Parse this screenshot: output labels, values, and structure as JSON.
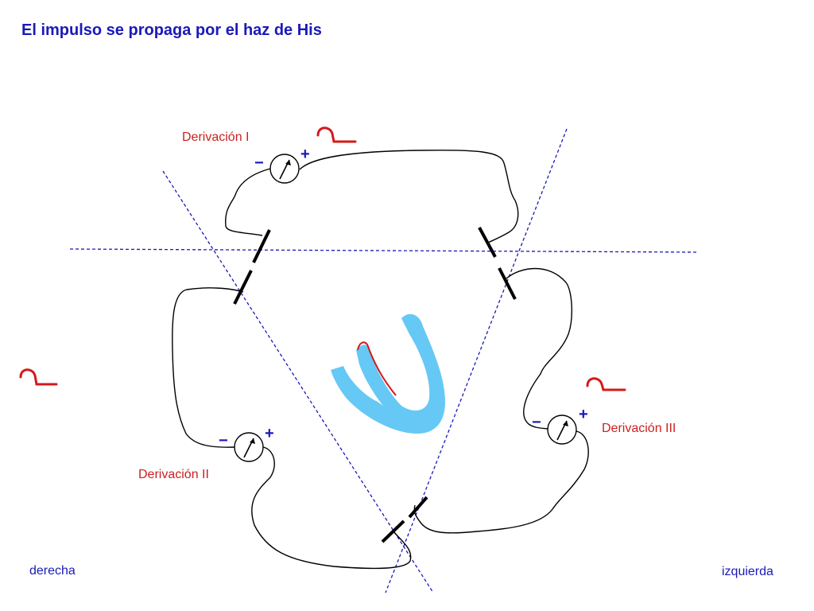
{
  "title": "El impulso se propaga por el haz de His",
  "leads": {
    "lead_1": "Derivación I",
    "lead_2": "Derivación II",
    "lead_3": "Derivación III"
  },
  "sides": {
    "right": "derecha",
    "left": "izquierda"
  },
  "polarity": {
    "plus": "+",
    "minus": "−"
  },
  "colors": {
    "title": "#1a1ab8",
    "labels": "#cc1f1f",
    "axes": "#1a1ab8",
    "heart": "#66c8f5",
    "wave": "#d41a1a",
    "wire": "#000000"
  }
}
